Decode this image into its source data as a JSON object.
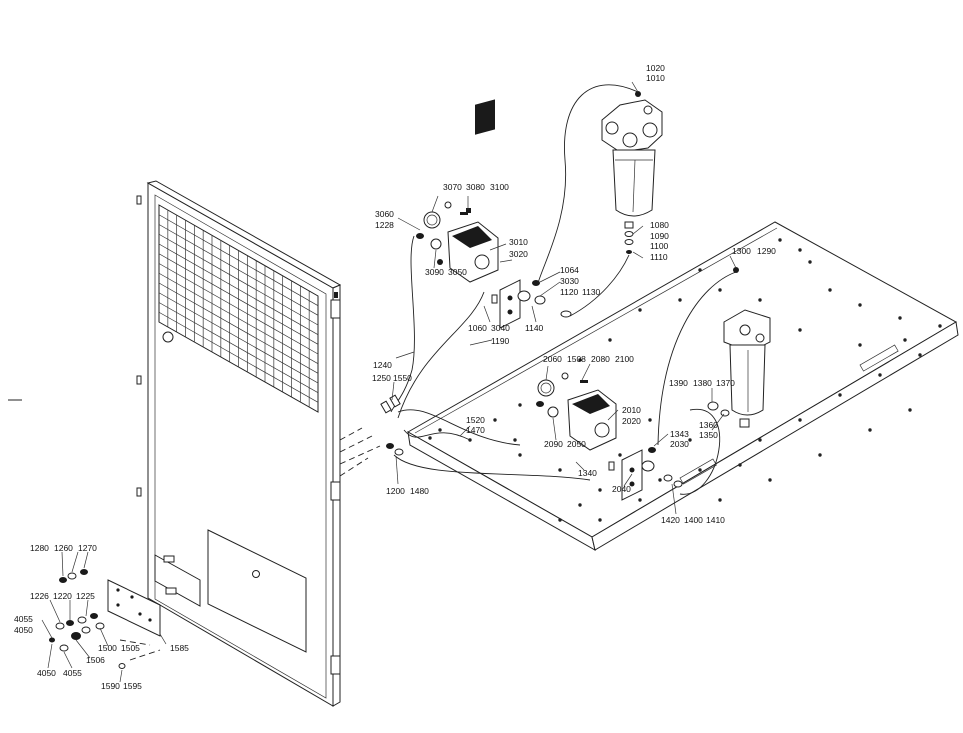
{
  "callouts": {
    "c1020": "1020",
    "c1010": "1010",
    "c3070": "3070",
    "c3080": "3080",
    "c3100": "3100",
    "c3060": "3060",
    "c1228": "1228",
    "c3010": "3010",
    "c3020": "3020",
    "c3090": "3090",
    "c3050": "3050",
    "c1064": "1064",
    "c3030": "3030",
    "c1120": "1120",
    "c1130": "1130",
    "c1060": "1060",
    "c3040": "3040",
    "c1140": "1140",
    "c1190": "1190",
    "c1240": "1240",
    "c1080": "1080",
    "c1090": "1090",
    "c1100": "1100",
    "c1110": "1110",
    "c1300": "1300",
    "c1290": "1290",
    "c1250": "1250",
    "c1550": "1550",
    "c2060": "2060",
    "c1508": "1508",
    "c2080": "2080",
    "c2100": "2100",
    "c1390": "1390",
    "c1380": "1380",
    "c1370": "1370",
    "c2010": "2010",
    "c2020": "2020",
    "c1520": "1520",
    "c1470": "1470",
    "c2090": "2090",
    "c2050": "2050",
    "c1343": "1343",
    "c2030": "2030",
    "c1360": "1360",
    "c1350": "1350",
    "c1340": "1340",
    "c2040": "2040",
    "c1200": "1200",
    "c1480": "1480",
    "c1420": "1420",
    "c1400": "1400",
    "c1410": "1410",
    "c1280": "1280",
    "c1260": "1260",
    "c1270": "1270",
    "c1226": "1226",
    "c1220": "1220",
    "c1225": "1225",
    "c4055a": "4055",
    "c4050a": "4050",
    "c1500": "1500",
    "c1505": "1505",
    "c1506": "1506",
    "c1585": "1585",
    "c4050b": "4050",
    "c4055b": "4055",
    "c1590": "1590",
    "c1595": "1595"
  }
}
